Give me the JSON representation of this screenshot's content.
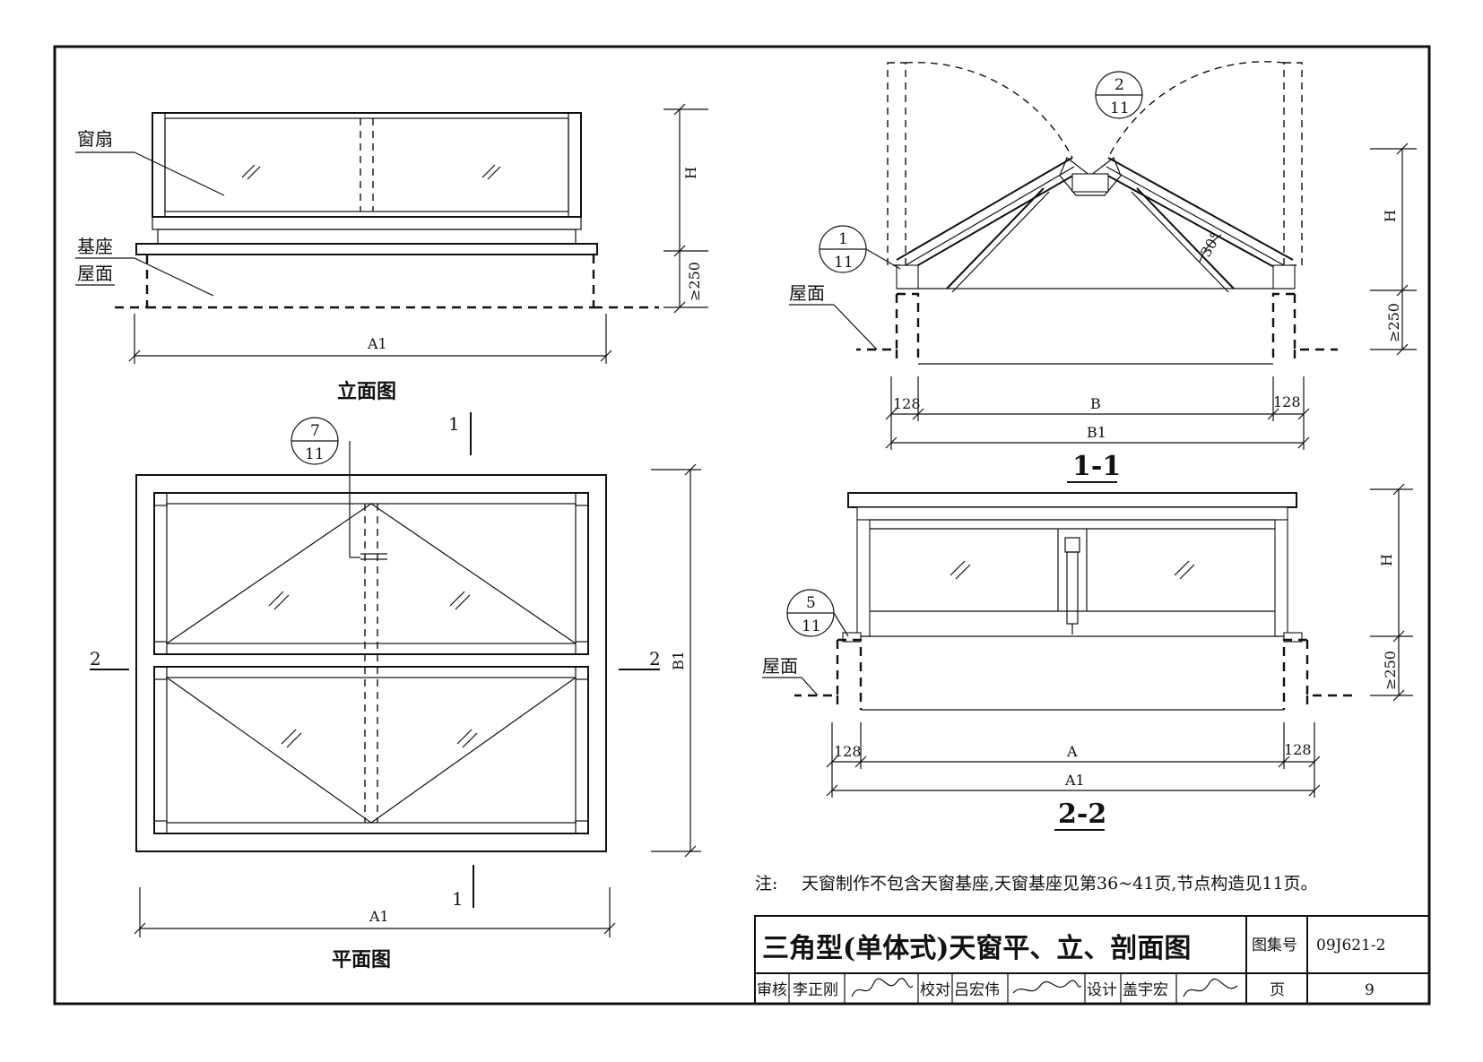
{
  "elevation": {
    "title": "立面图",
    "label_sash": "窗扇",
    "label_base": "基座",
    "label_roof": "屋面",
    "dim_h": "H",
    "dim_min": "≥250",
    "dim_a1": "A1"
  },
  "plan": {
    "title": "平面图",
    "detail_ref": {
      "num": "7",
      "page": "11"
    },
    "cut1_top": "1",
    "cut1_bottom": "1",
    "cut2_left": "2",
    "cut2_right": "2",
    "dim_b1": "B1",
    "dim_a1": "A1"
  },
  "section_1_1": {
    "title": "1-1",
    "detail_ref_top": {
      "num": "2",
      "page": "11"
    },
    "detail_ref_left": {
      "num": "1",
      "page": "11"
    },
    "label_roof": "屋面",
    "angle": "30°",
    "dim_h": "H",
    "dim_min": "≥250",
    "dim_left": "128",
    "dim_mid": "B",
    "dim_right": "128",
    "dim_total": "B1"
  },
  "section_2_2": {
    "title": "2-2",
    "detail_ref": {
      "num": "5",
      "page": "11"
    },
    "label_roof": "屋面",
    "dim_h": "H",
    "dim_min": "≥250",
    "dim_left": "128",
    "dim_mid": "A",
    "dim_right": "128",
    "dim_total": "A1"
  },
  "note": {
    "prefix": "注:",
    "text": "天窗制作不包含天窗基座,天窗基座见第36~41页,节点构造见11页。"
  },
  "title_block": {
    "drawing_title": "三角型(单体式)天窗平、立、剖面图",
    "atlas_label": "图集号",
    "atlas_no": "09J621-2",
    "review_label": "审核",
    "review_name": "李正刚",
    "check_label": "校对",
    "check_name": "吕宏伟",
    "design_label": "设计",
    "design_name": "盖宇宏",
    "page_label": "页",
    "page_no": "9"
  }
}
